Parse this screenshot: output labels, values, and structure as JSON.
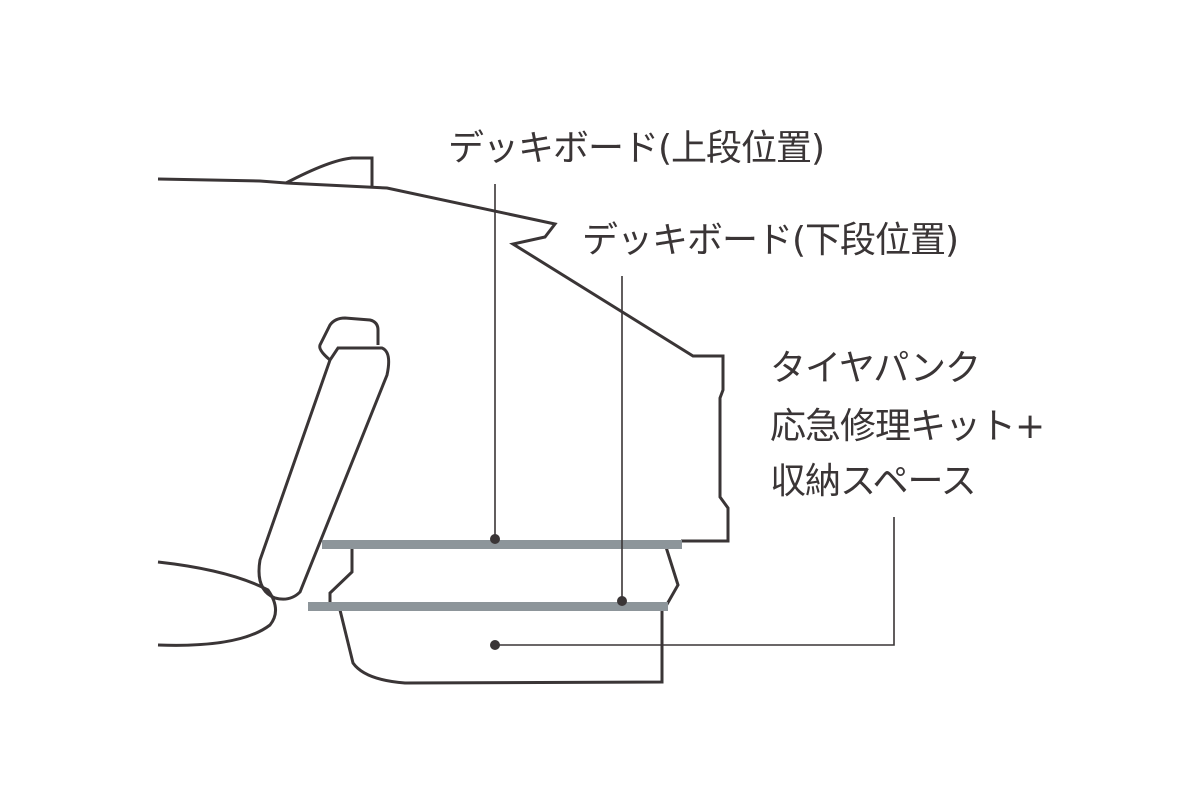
{
  "diagram": {
    "type": "cutaway-illustration",
    "subject": "vehicle rear luggage compartment with deck board",
    "labels": {
      "deck_upper": "デッキボード(上段位置)",
      "deck_lower": "デッキボード(下段位置)",
      "storage_line1": "タイヤパンク",
      "storage_line2": "応急修理キット+",
      "storage_line3": "収納スペース"
    },
    "colors": {
      "outline": "#3a3536",
      "board": "#8d959a",
      "background": "#ffffff"
    }
  }
}
